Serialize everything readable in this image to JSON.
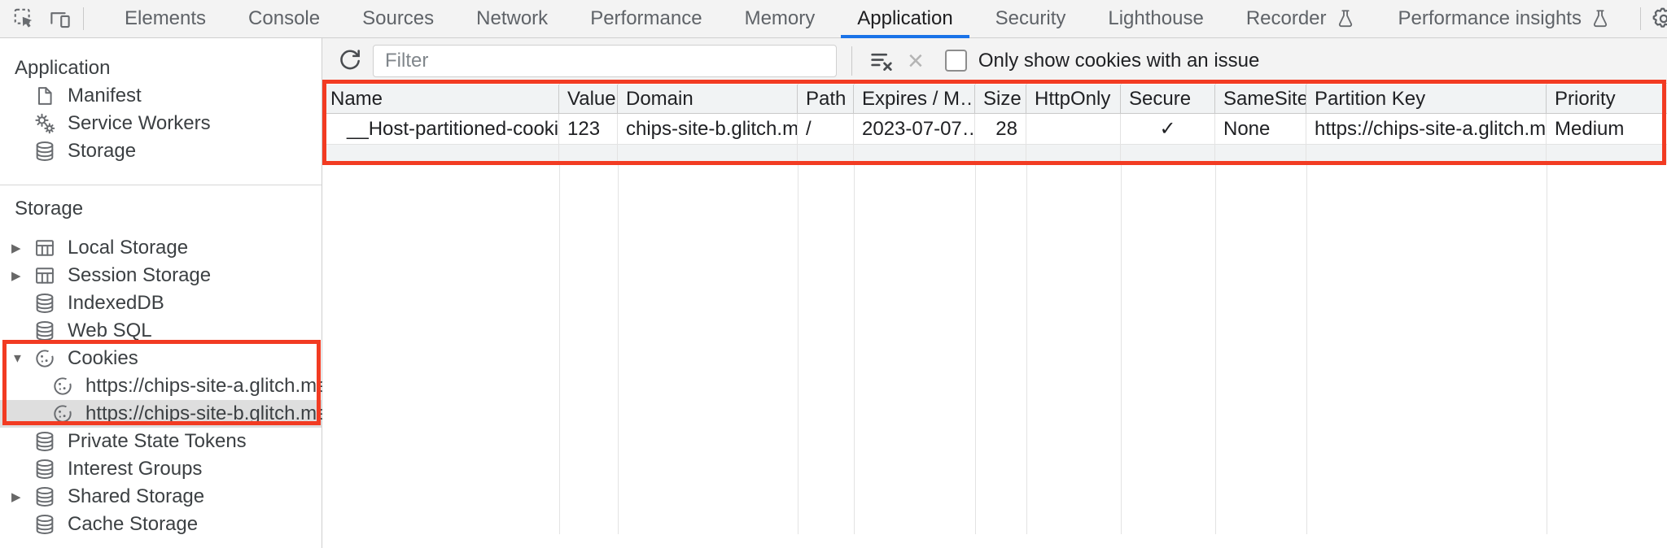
{
  "header": {
    "tabs": [
      {
        "label": "Elements"
      },
      {
        "label": "Console"
      },
      {
        "label": "Sources"
      },
      {
        "label": "Network"
      },
      {
        "label": "Performance"
      },
      {
        "label": "Memory"
      },
      {
        "label": "Application",
        "selected": true
      },
      {
        "label": "Security"
      },
      {
        "label": "Lighthouse"
      },
      {
        "label": "Recorder",
        "flask": true
      },
      {
        "label": "Performance insights",
        "flask": true
      }
    ],
    "selected_tab": "Application"
  },
  "sidebar": {
    "app_section": {
      "title": "Application",
      "items": [
        {
          "label": "Manifest",
          "icon": "document-icon"
        },
        {
          "label": "Service Workers",
          "icon": "gears-icon"
        },
        {
          "label": "Storage",
          "icon": "database-icon"
        }
      ]
    },
    "storage_section": {
      "title": "Storage",
      "items": [
        {
          "label": "Local Storage",
          "icon": "table-icon",
          "disclosure": "collapsed"
        },
        {
          "label": "Session Storage",
          "icon": "table-icon",
          "disclosure": "collapsed"
        },
        {
          "label": "IndexedDB",
          "icon": "database-icon"
        },
        {
          "label": "Web SQL",
          "icon": "database-icon"
        },
        {
          "label": "Cookies",
          "icon": "cookie-icon",
          "disclosure": "expanded"
        },
        {
          "label": "https://chips-site-a.glitch.me",
          "icon": "cookie-icon",
          "child": true
        },
        {
          "label": "https://chips-site-b.glitch.me",
          "icon": "cookie-icon",
          "child": true,
          "selected": true
        },
        {
          "label": "Private State Tokens",
          "icon": "database-icon"
        },
        {
          "label": "Interest Groups",
          "icon": "database-icon"
        },
        {
          "label": "Shared Storage",
          "icon": "database-icon",
          "disclosure": "collapsed"
        },
        {
          "label": "Cache Storage",
          "icon": "database-icon"
        }
      ]
    }
  },
  "toolbar": {
    "filter_placeholder": "Filter",
    "filter_value": "",
    "issue_checkbox_label": "Only show cookies with an issue",
    "issue_checkbox_checked": false
  },
  "cookie_table": {
    "columns": [
      {
        "label": "Name"
      },
      {
        "label": "Value"
      },
      {
        "label": "Domain"
      },
      {
        "label": "Path"
      },
      {
        "label": "Expires / M…"
      },
      {
        "label": "Size"
      },
      {
        "label": "HttpOnly"
      },
      {
        "label": "Secure"
      },
      {
        "label": "SameSite"
      },
      {
        "label": "Partition Key"
      },
      {
        "label": "Priority"
      }
    ],
    "rows": [
      [
        "__Host-partitioned-cookie",
        "123",
        "chips-site-b.glitch.me",
        "/",
        "2023-07-07…",
        "28",
        "",
        "✓",
        "None",
        "https://chips-site-a.glitch.me",
        "Medium"
      ]
    ]
  },
  "colors": {
    "annotation_red": "#f23b22",
    "tab_accent_blue": "#1a73e8",
    "table_header_bg": "#f1f3f4",
    "selected_sidebar_row": "#dedede",
    "toolbar_bg": "#f3f3f3"
  }
}
